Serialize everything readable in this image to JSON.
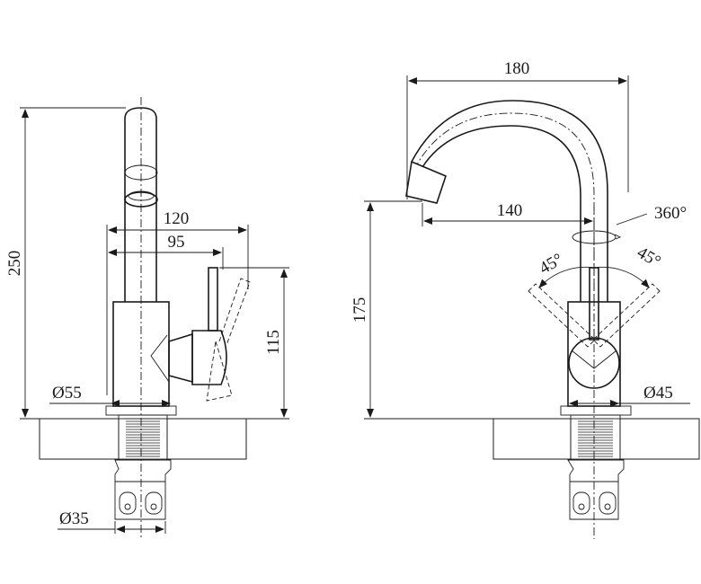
{
  "side_view": {
    "height_total": "250",
    "reach_outer": "120",
    "reach_inner": "95",
    "lever_height": "115",
    "body_diameter": "Ø55",
    "shank_diameter": "Ø35"
  },
  "front_view": {
    "spout_width": "180",
    "spout_reach": "140",
    "swivel_angle": "360°",
    "lever_angle_left": "45°",
    "lever_angle_right": "45°",
    "spout_height": "175",
    "body_diameter": "Ø45"
  },
  "colors": {
    "line": "#1a1a1a",
    "background": "#ffffff"
  }
}
